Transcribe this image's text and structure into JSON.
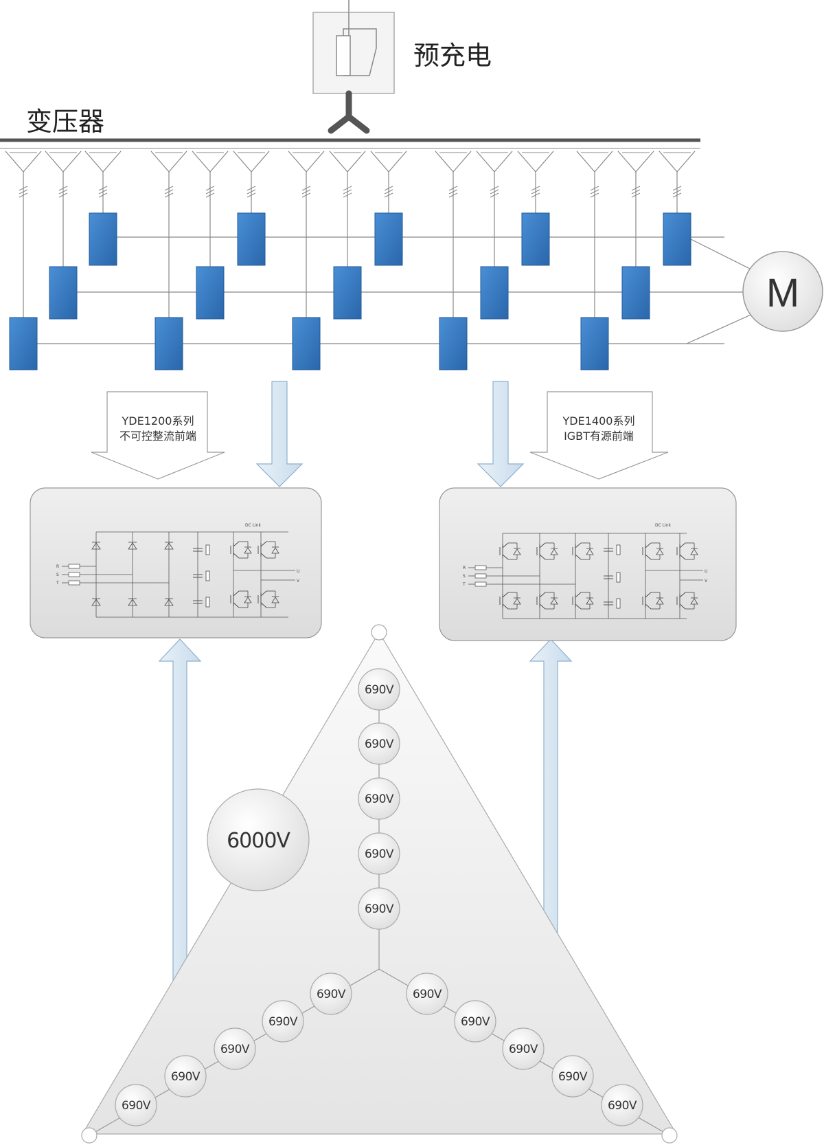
{
  "labels": {
    "precharge": "预充电",
    "transformer": "变压器",
    "motor": "M",
    "callout_left_line1": "YDE1200系列",
    "callout_left_line2": "不可控整流前端",
    "callout_right_line1": "YDE1400系列",
    "callout_right_line2": "IGBT有源前端",
    "high_voltage": "6000V",
    "cell_voltage": "690V",
    "dc_link": "DC Link",
    "in_r": "R",
    "in_s": "S",
    "in_t": "T",
    "out_u": "U",
    "out_v": "V"
  },
  "colors": {
    "power_cell": "#3b7fc4",
    "power_cell_dark": "#1f5a9a",
    "arrow_fill": "#dbe8f3",
    "arrow_stroke": "#8fb0cc",
    "panel_fill": "#e6e6e6",
    "line": "#888888",
    "bus": "#555555"
  },
  "counts": {
    "power_cells_per_phase": 5,
    "phases": 3,
    "voltage_nodes_per_leg": 5
  }
}
